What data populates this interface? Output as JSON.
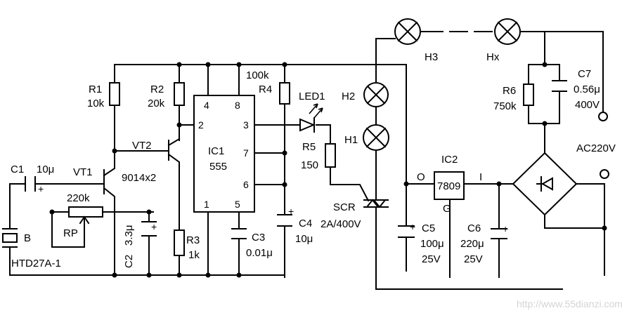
{
  "labels": {
    "r1": "R1",
    "r1_val": "10k",
    "r2": "R2",
    "r2_val": "20k",
    "r3": "R3",
    "r3_val": "1k",
    "r4": "R4",
    "r4_val": "100k",
    "r5": "R5",
    "r5_val": "150",
    "r6": "R6",
    "r6_val": "750k",
    "vt1": "VT1",
    "vt2": "VT2",
    "transistor_type": "9014x2",
    "c1": "C1",
    "c1_val": "10μ",
    "c2": "C2",
    "c2_val": "3.3μ",
    "c3": "C3",
    "c3_val": "0.01μ",
    "c4": "C4",
    "c4_val": "10μ",
    "c5": "C5",
    "c5_val": "100μ",
    "c5_volt": "25V",
    "c6": "C6",
    "c6_val": "220μ",
    "c6_volt": "25V",
    "c7": "C7",
    "c7_val": "0.56μ",
    "c7_volt": "400V",
    "rp": "RP",
    "rp_val": "220k",
    "ic1": "IC1",
    "ic1_type": "555",
    "ic2": "IC2",
    "ic2_type": "7809",
    "ic2_o": "O",
    "ic2_i": "I",
    "ic2_g": "G",
    "led1": "LED1",
    "scr": "SCR",
    "scr_val": "2A/400V",
    "h1": "H1",
    "h2": "H2",
    "h3": "H3",
    "hx": "Hx",
    "b": "B",
    "b_type": "HTD27A-1",
    "ac": "AC220V",
    "pin2": "2",
    "pin3": "3",
    "pin4": "4",
    "pin8": "8",
    "pin7": "7",
    "pin6": "6",
    "pin1": "1",
    "pin5": "5",
    "watermark": "http://www.55dianzi.com"
  }
}
